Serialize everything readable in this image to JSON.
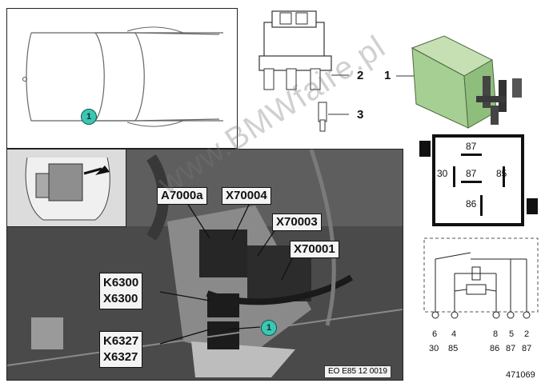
{
  "callouts": {
    "a7000a": "A7000a",
    "x70004": "X70004",
    "x70003": "X70003",
    "x70001": "X70001",
    "k6300_x6300": [
      "K6300",
      "X6300"
    ],
    "k6327_x6327": [
      "K6327",
      "X6327"
    ]
  },
  "badges": {
    "car": "1",
    "engine": "1"
  },
  "part_numbers": {
    "p1": "1",
    "p2": "2",
    "p3": "3"
  },
  "relay_pins": {
    "top": "87",
    "left": "30",
    "center": "87",
    "right": "85",
    "bottom": "86"
  },
  "schematic": {
    "pins": [
      "6",
      "4",
      "8",
      "5",
      "2"
    ],
    "terminals": [
      "30",
      "85",
      "86",
      "87",
      "87"
    ]
  },
  "caption": "EO E85 12 0019",
  "figure_id": "471069",
  "watermark": "www.BMWfaire.pl",
  "colors": {
    "badge": "#3cc6b4",
    "relay_body": "#a6cf94"
  }
}
